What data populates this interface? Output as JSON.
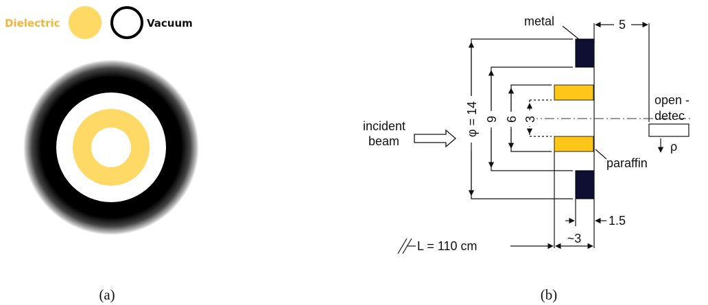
{
  "panel_a": {
    "legend": {
      "dielectric_label": "Dielectric",
      "vacuum_label": "Vacuum"
    },
    "colors": {
      "dielectric": "#FFD966",
      "dielectric_text": "#F2B53A",
      "metal_ring": "#000000",
      "vacuum": "#ffffff"
    },
    "caption": "(a)"
  },
  "panel_b": {
    "labels": {
      "metal": "metal",
      "spacing": "5",
      "incident_line1": "incident",
      "incident_line2": "beam",
      "phi": "φ = 14",
      "d9": "9",
      "d6": "6",
      "d3": "3",
      "detector_line1": "open -",
      "detector_line2": "detec",
      "rho": "ρ",
      "paraffin": "paraffin",
      "thickness": "1.5",
      "width": "~3",
      "length": "L = 110 cm"
    },
    "colors": {
      "metal": "#0d1033",
      "paraffin": "#FFC61A"
    },
    "caption": "(b)"
  }
}
